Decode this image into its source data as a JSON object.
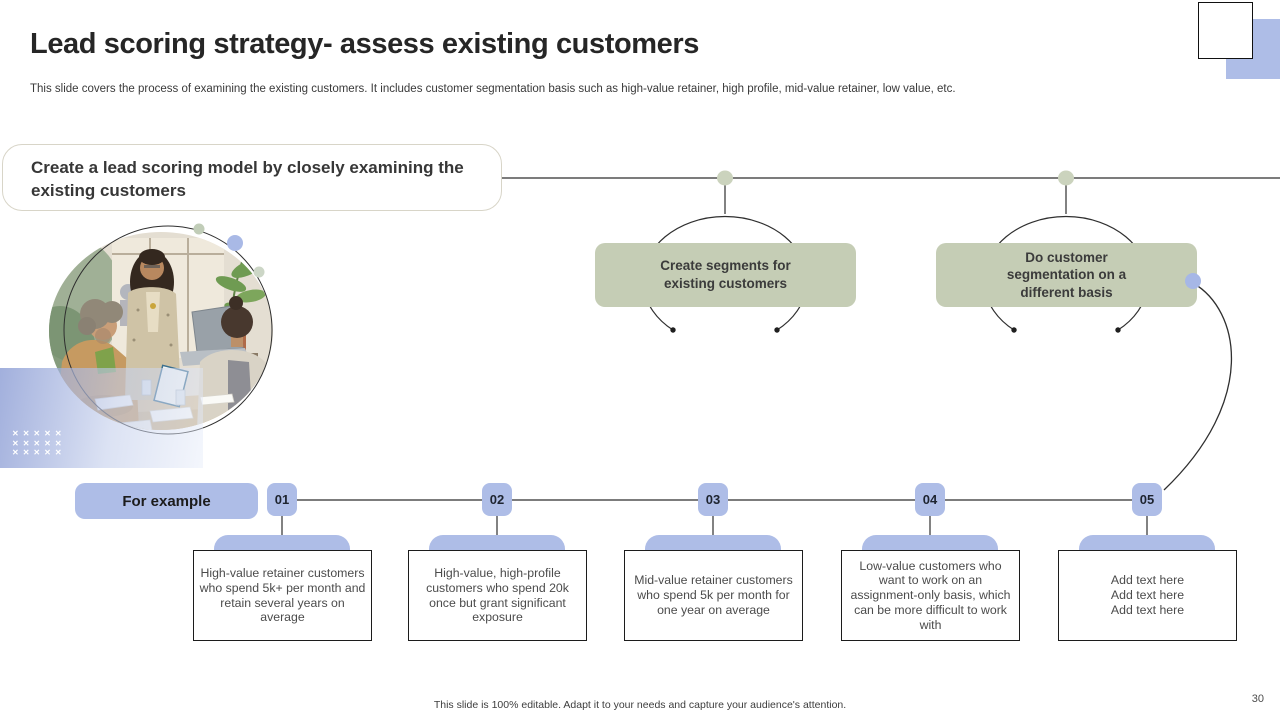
{
  "slide": {
    "title": "Lead scoring strategy- assess existing customers",
    "subtitle": "This slide covers the process of examining the existing customers. It includes customer segmentation basis such as high-value retainer, high profile, mid-value retainer,  low value, etc.",
    "footer": "This slide is 100% editable.  Adapt it to your needs and capture your audience's attention.",
    "page_number": "30"
  },
  "lead_box": {
    "text": "Create a lead scoring model by closely examining the existing customers"
  },
  "segments": [
    {
      "label": "Create segments for existing customers"
    },
    {
      "label": "Do customer segmentation on a different basis"
    }
  ],
  "example_label": "For example",
  "steps": [
    {
      "number": "01",
      "description": "High-value  retainer customers who spend 5k+ per month and retain several years on average"
    },
    {
      "number": "02",
      "description": "High-value,  high-profile customers who spend 20k once but grant significant exposure"
    },
    {
      "number": "03",
      "description": "Mid-value  retainer customers who spend 5k per month for one year on average"
    },
    {
      "number": "04",
      "description": "Low-value  customers who want to work on an assignment-only basis, which can be more difficult to work with"
    },
    {
      "number": "05",
      "description": "Add text here\nAdd text here\nAdd text here"
    }
  ],
  "colors": {
    "accent_blue": "#aebde7",
    "sage_green": "#c5cdb5",
    "line_dark": "#2f2f2f"
  },
  "deco": {
    "pattern_row": "✕✕✕✕✕"
  }
}
